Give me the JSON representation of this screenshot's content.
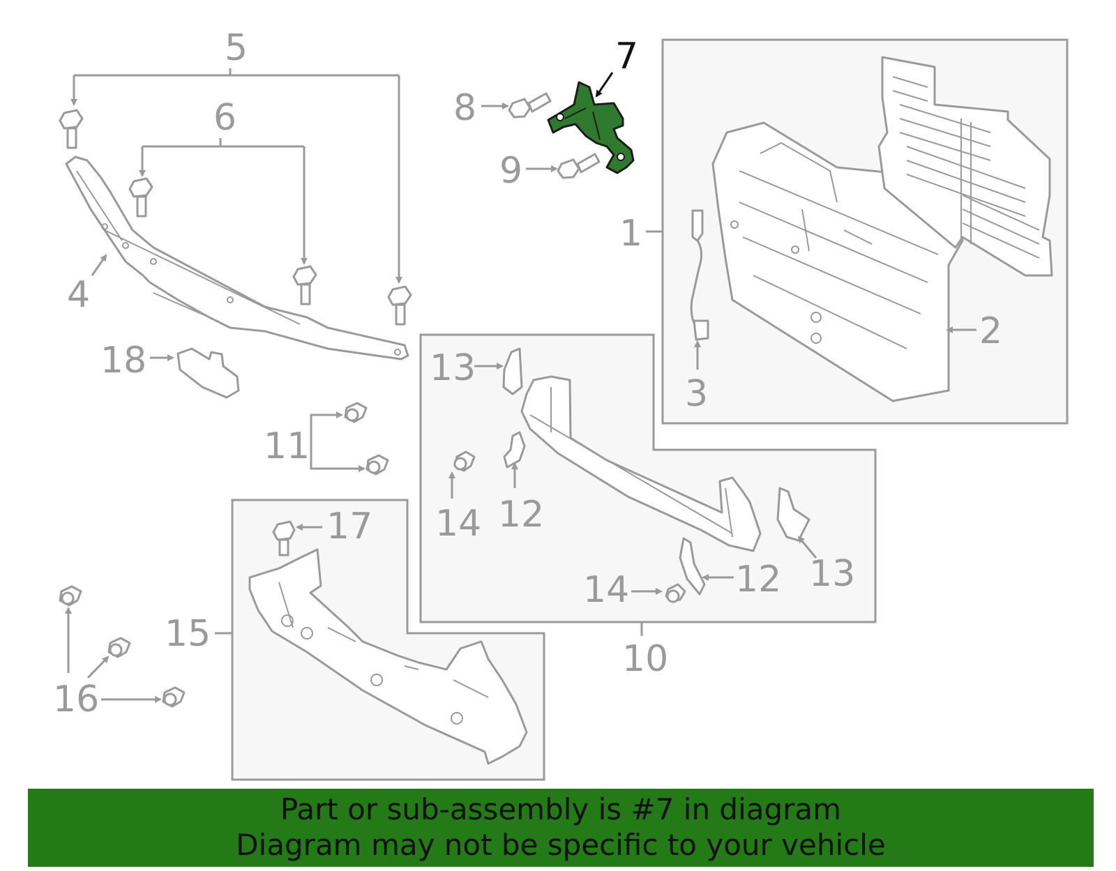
{
  "callouts": {
    "c1": "1",
    "c2": "2",
    "c3": "3",
    "c4": "4",
    "c5": "5",
    "c6": "6",
    "c7": "7",
    "c8": "8",
    "c9": "9",
    "c10": "10",
    "c11": "11",
    "c12a": "12",
    "c12b": "12",
    "c13a": "13",
    "c13b": "13",
    "c14a": "14",
    "c14b": "14",
    "c15": "15",
    "c16": "16",
    "c17": "17",
    "c18": "18"
  },
  "highlighted_part": "7",
  "colors": {
    "highlight": "#2f7a2f",
    "banner": "#237a17",
    "line": "#9a9a9a"
  },
  "banner": {
    "line1": "Part or sub-assembly is #7 in diagram",
    "line2": "Diagram may not be specific to your vehicle"
  }
}
